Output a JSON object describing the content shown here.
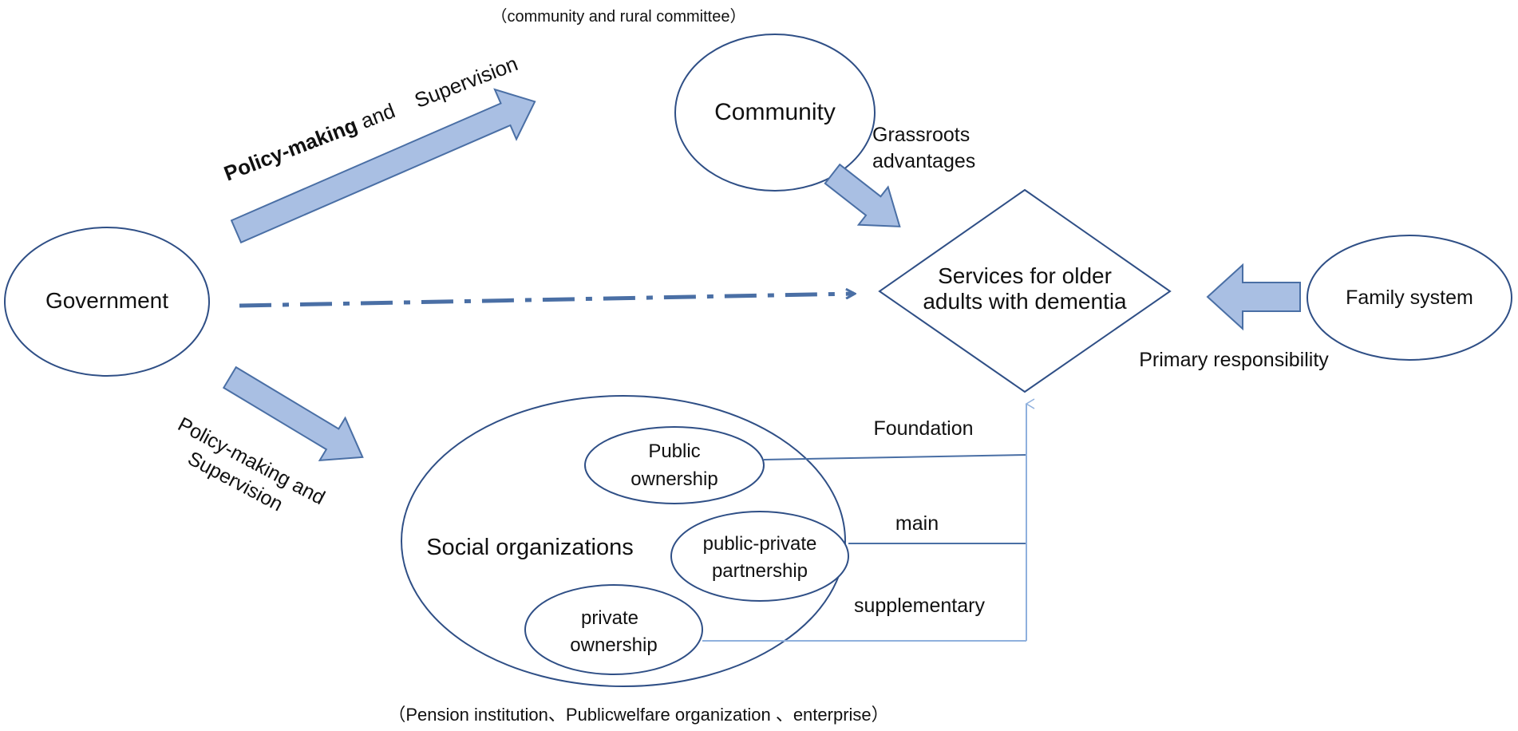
{
  "nodes": {
    "government": "Government",
    "community": "Community",
    "community_note": "（community and rural committee）",
    "services": [
      "Services for older",
      "adults with dementia"
    ],
    "family": "Family system",
    "social_organizations": "Social organizations",
    "social_organizations_note": "（Pension institution、Publicwelfare organization 、enterprise）",
    "public_ownership": [
      "Public",
      "ownership"
    ],
    "public_private": [
      "public-private",
      "partnership"
    ],
    "private_ownership": [
      "private",
      "ownership"
    ]
  },
  "edges": {
    "gov_to_community": {
      "bold": "Policy-making",
      "rest": " and    Supervision"
    },
    "gov_to_social": [
      "Policy-making and",
      "Supervision"
    ],
    "community_to_services": [
      "Grassroots",
      "advantages"
    ],
    "family_to_services": "Primary responsibility",
    "public_role": "Foundation",
    "public_private_role": "main",
    "private_role": "supplementary"
  },
  "colors": {
    "arrow_fill": "#a9bfe3",
    "arrow_stroke": "#4a6fa5",
    "shape_stroke": "#2f4f86",
    "connector": "#4a6fa5",
    "connector_light": "#8fb0dd"
  }
}
